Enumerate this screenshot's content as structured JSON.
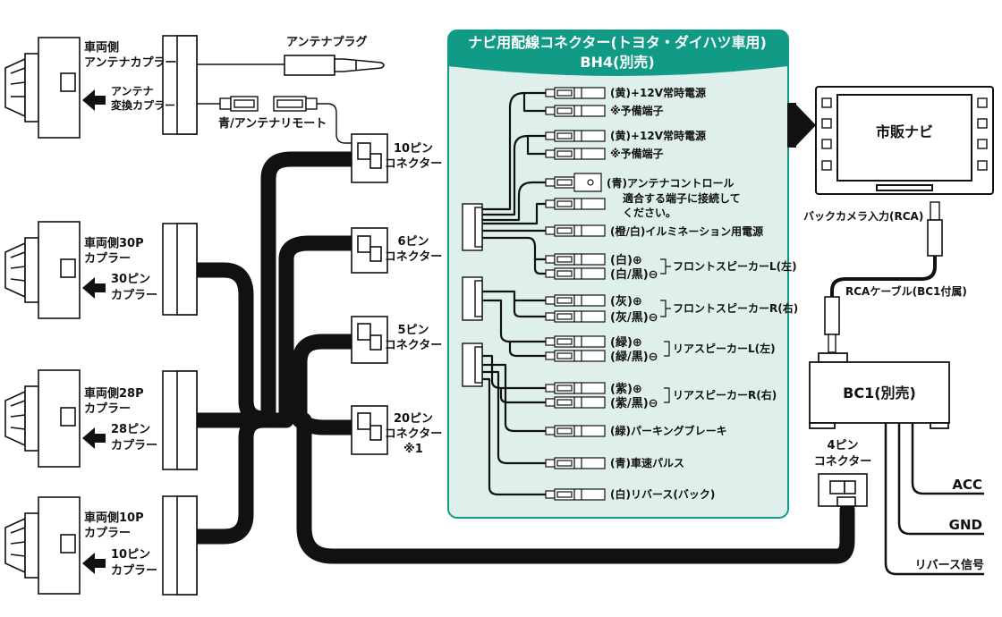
{
  "header": {
    "title_line1": "ナビ用配線コネクター(トヨタ・ダイハツ車用)",
    "title_line2": "BH4(別売)"
  },
  "left_couplers": [
    {
      "line1": "車両側",
      "line2": "アンテナカプラー",
      "arrow_label1": "アンテナ",
      "arrow_label2": "変換カプラー"
    },
    {
      "line1": "車両側30P",
      "line2": "カプラー",
      "arrow_label1": "30ピン",
      "arrow_label2": "カプラー"
    },
    {
      "line1": "車両側28P",
      "line2": "カプラー",
      "arrow_label1": "28ピン",
      "arrow_label2": "カプラー"
    },
    {
      "line1": "車両側10P",
      "line2": "カプラー",
      "arrow_label1": "10ピン",
      "arrow_label2": "カプラー"
    }
  ],
  "antenna": {
    "plug_label": "アンテナプラグ",
    "remote_label": "青/アンテナリモート"
  },
  "mid_connectors": [
    {
      "line1": "10ピン",
      "line2": "コネクター",
      "line3": ""
    },
    {
      "line1": "6ピン",
      "line2": "コネクター",
      "line3": ""
    },
    {
      "line1": "5ピン",
      "line2": "コネクター",
      "line3": ""
    },
    {
      "line1": "20ピン",
      "line2": "コネクター",
      "line3": "※1"
    }
  ],
  "wires": {
    "w1a": "(黄)+12V常時電源",
    "w1b": "※予備端子",
    "w2a": "(黄)+12V常時電源",
    "w2b": "※予備端子",
    "w3a": "(青)アンテナコントロール",
    "w3b": "適合する端子に接続して",
    "w3c": "ください。",
    "w4": "(橙/白)イルミネーション用電源",
    "w5a": "(白)⊕",
    "w5b": "(白/黒)⊖",
    "w5c": "フロントスピーカーL(左)",
    "w6a": "(灰)⊕",
    "w6b": "(灰/黒)⊖",
    "w6c": "フロントスピーカーR(右)",
    "w7a": "(緑)⊕",
    "w7b": "(緑/黒)⊖",
    "w7c": "リアスピーカーL(左)",
    "w8a": "(紫)⊕",
    "w8b": "(紫/黒)⊖",
    "w8c": "リアスピーカーR(右)",
    "w9": "(緑)パーキングブレーキ",
    "w10": "(青)車速パルス",
    "w11": "(白)リバース(バック)"
  },
  "navi": {
    "label": "市販ナビ",
    "camera_label": "バックカメラ入力(RCA)",
    "rca_label": "RCAケーブル(BC1付属)"
  },
  "bc1": {
    "label": "BC1(別売)",
    "connector_line1": "4ピン",
    "connector_line2": "コネクター",
    "acc": "ACC",
    "gnd": "GND",
    "reverse": "リバース信号"
  },
  "colors": {
    "panel_bg": "#dff0ec",
    "panel_border": "#119b86",
    "header_bg": "#119b86",
    "cable": "#111111"
  }
}
